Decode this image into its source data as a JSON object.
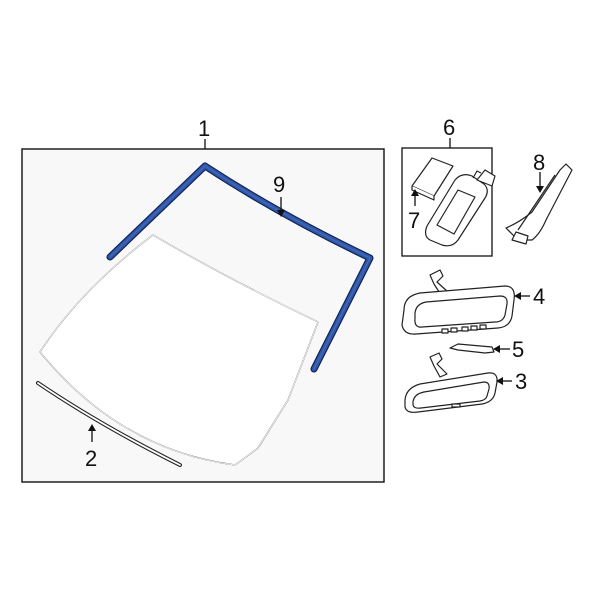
{
  "diagram": {
    "title": "Windshield and interior rear view mirror parts diagram",
    "colors": {
      "highlight": "#2f56a8",
      "highlight_outline": "#0d1f52",
      "line": "#111111",
      "group_box_fill": "#f8f8f8",
      "glass_fill": "#ffffff"
    },
    "callouts": [
      {
        "id": "1",
        "label": "1",
        "part": "windshield-assembly-group"
      },
      {
        "id": "2",
        "label": "2",
        "part": "lower-molding"
      },
      {
        "id": "3",
        "label": "3",
        "part": "rear-view-mirror-standard"
      },
      {
        "id": "4",
        "label": "4",
        "part": "rear-view-mirror-with-buttons"
      },
      {
        "id": "5",
        "label": "5",
        "part": "mirror-cover"
      },
      {
        "id": "6",
        "label": "6",
        "part": "rain-sensor-group"
      },
      {
        "id": "7",
        "label": "7",
        "part": "sensor-pad"
      },
      {
        "id": "8",
        "label": "8",
        "part": "pillar-trim-bracket"
      },
      {
        "id": "9",
        "label": "9",
        "part": "windshield-reveal-molding",
        "highlighted": true
      }
    ]
  }
}
